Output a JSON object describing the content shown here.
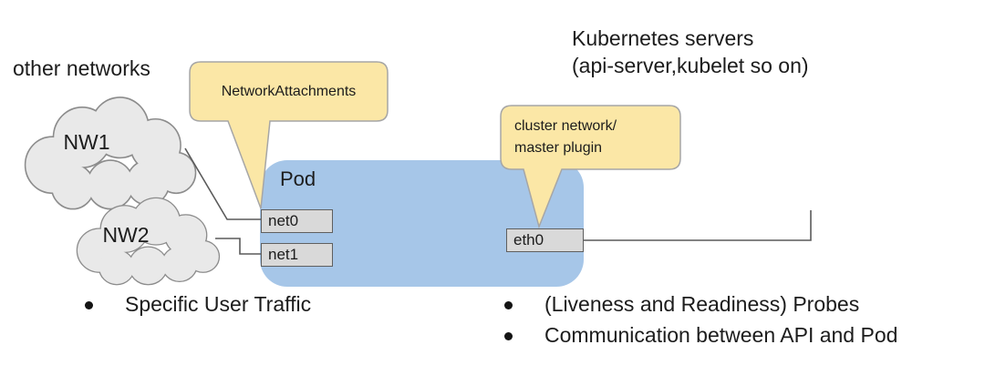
{
  "labels": {
    "other_networks": "other networks",
    "k8s_line1": "Kubernetes servers",
    "k8s_line2": "(api-server,kubelet so on)"
  },
  "clouds": [
    {
      "label": "NW1"
    },
    {
      "label": "NW2"
    }
  ],
  "pod": {
    "label": "Pod",
    "interfaces": [
      {
        "label": "net0"
      },
      {
        "label": "net1"
      },
      {
        "label": "eth0"
      }
    ]
  },
  "callouts": [
    {
      "text": "NetworkAttachments"
    },
    {
      "line1": "cluster network/",
      "line2": "master plugin"
    }
  ],
  "bullets": [
    {
      "text": "Specific User Traffic"
    },
    {
      "text": "(Liveness and Readiness) Probes"
    },
    {
      "text": "Communication between API and Pod"
    }
  ],
  "icons": {
    "bullet": "filled-circle",
    "cloud": "cloud-shape"
  },
  "colors": {
    "pod_fill": "#a6c6e8",
    "callout_fill": "#fbe7a6",
    "callout_border": "#a6a6a6",
    "interface_fill": "#d9d9d9",
    "interface_border": "#5f5f5f",
    "cloud_fill": "#e9e9e9",
    "cloud_border": "#8c8c8c",
    "connector": "#5a5a5a",
    "text": "#1c1c1c"
  }
}
